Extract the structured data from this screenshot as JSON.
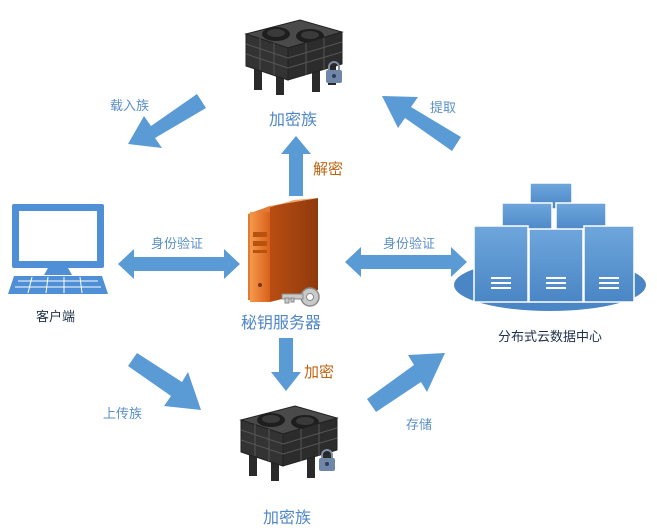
{
  "nodes": {
    "client": {
      "label": "客户端",
      "icon": "computer-icon"
    },
    "key_server": {
      "label": "秘钥服务器",
      "icon": "server-key-icon"
    },
    "cloud_center": {
      "label": "分布式云数据中心",
      "icon": "data-center-icon"
    },
    "encrypted_top": {
      "label": "加密族",
      "icon": "locked-storage-icon"
    },
    "encrypted_bottom": {
      "label": "加密族",
      "icon": "locked-storage-icon"
    }
  },
  "edges": {
    "download": "载入族",
    "fetch": "提取",
    "decrypt": "解密",
    "auth_left": "身份验证",
    "auth_right": "身份验证",
    "upload": "上传族",
    "encrypt": "加密",
    "store": "存储"
  },
  "colors": {
    "arrow": "#5b9bd5",
    "label_blue": "#5b8fc7",
    "label_orange": "#c0620f",
    "server_orange": "#e8732a",
    "storage_dark": "#3a3a3a"
  }
}
